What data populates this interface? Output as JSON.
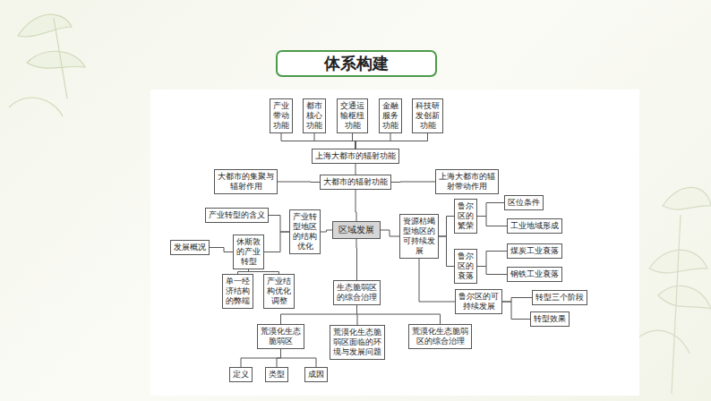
{
  "diagram": {
    "title": "体系构建",
    "nodes": [
      {
        "text": [
          "产业带动功能"
        ]
      },
      {
        "text": [
          "都市核心功能"
        ]
      },
      {
        "text": [
          "交通运输枢纽功能"
        ]
      },
      {
        "text": [
          "金融服务功能"
        ]
      },
      {
        "text": [
          "科技研发创新功能"
        ]
      },
      {
        "text": [
          "上海大都市的辐射功能"
        ]
      },
      {
        "text": [
          "大都市的集聚与辐射作用"
        ]
      },
      {
        "text": [
          "大都市的辐射功能"
        ]
      },
      {
        "text": [
          "上海大都市的辐射带动作用"
        ]
      },
      {
        "text": [
          "区域发展"
        ]
      },
      {
        "text": [
          "产业转型的含义"
        ]
      },
      {
        "text": [
          "产业转型地区的结构优化"
        ]
      },
      {
        "text": [
          "发展概况"
        ]
      },
      {
        "text": [
          "休斯敦的产业转型"
        ]
      },
      {
        "text": [
          "单一经济结构的弊端"
        ]
      },
      {
        "text": [
          "产业结构优化调整"
        ]
      },
      {
        "text": [
          "资源枯竭型地区的可持续发展"
        ]
      },
      {
        "text": [
          "鲁尔区的繁荣"
        ]
      },
      {
        "text": [
          "区位条件"
        ]
      },
      {
        "text": [
          "工业地域形成"
        ]
      },
      {
        "text": [
          "鲁尔区的衰落"
        ]
      },
      {
        "text": [
          "煤炭工业衰落"
        ]
      },
      {
        "text": [
          "钢铁工业衰落"
        ]
      },
      {
        "text": [
          "生态脆弱区的综合治理"
        ]
      },
      {
        "text": [
          "鲁尔区的可持续发展"
        ]
      },
      {
        "text": [
          "转型三个阶段"
        ]
      },
      {
        "text": [
          "转型效果"
        ]
      },
      {
        "text": [
          "荒漠化生态脆弱区"
        ]
      },
      {
        "text": [
          "荒漠化生态脆弱区面临的环境与发展问题"
        ]
      },
      {
        "text": [
          "荒漠化生态脆弱区的综合治理"
        ]
      },
      {
        "text": [
          "定义"
        ]
      },
      {
        "text": [
          "类型"
        ]
      },
      {
        "text": [
          "成因"
        ]
      }
    ],
    "edges": [
      {
        "from": 5,
        "to": 0,
        "arrow": "none"
      },
      {
        "from": 5,
        "to": 1,
        "arrow": "none"
      },
      {
        "from": 5,
        "to": 2,
        "arrow": "none"
      },
      {
        "from": 5,
        "to": 3,
        "arrow": "none"
      },
      {
        "from": 5,
        "to": 4,
        "arrow": "none"
      },
      {
        "from": 7,
        "to": 5,
        "arrow": "none"
      },
      {
        "from": 7,
        "to": 6,
        "arrow": "none"
      },
      {
        "from": 7,
        "to": 8,
        "arrow": "none"
      },
      {
        "from": 9,
        "to": 7,
        "arrow": "none"
      },
      {
        "from": 9,
        "to": 11,
        "arrow": "none"
      },
      {
        "from": 9,
        "to": 16,
        "arrow": "none"
      },
      {
        "from": 9,
        "to": 23,
        "arrow": "none"
      },
      {
        "from": 11,
        "to": 10,
        "arrow": "none"
      },
      {
        "from": 11,
        "to": 13,
        "arrow": "none"
      },
      {
        "from": 13,
        "to": 12,
        "arrow": "none"
      },
      {
        "from": 13,
        "to": 14,
        "arrow": "none"
      },
      {
        "from": 13,
        "to": 15,
        "arrow": "none"
      },
      {
        "from": 16,
        "to": 17,
        "arrow": "none"
      },
      {
        "from": 16,
        "to": 20,
        "arrow": "none"
      },
      {
        "from": 16,
        "to": 24,
        "arrow": "none"
      },
      {
        "from": 17,
        "to": 18,
        "arrow": "none"
      },
      {
        "from": 17,
        "to": 19,
        "arrow": "none"
      },
      {
        "from": 20,
        "to": 21,
        "arrow": "none"
      },
      {
        "from": 20,
        "to": 22,
        "arrow": "none"
      },
      {
        "from": 24,
        "to": 25,
        "arrow": "none"
      },
      {
        "from": 24,
        "to": 26,
        "arrow": "none"
      },
      {
        "from": 23,
        "to": 27,
        "arrow": "none"
      },
      {
        "from": 23,
        "to": 28,
        "arrow": "none"
      },
      {
        "from": 23,
        "to": 29,
        "arrow": "none"
      },
      {
        "from": 27,
        "to": 30,
        "arrow": "none"
      },
      {
        "from": 27,
        "to": 31,
        "arrow": "none"
      },
      {
        "from": 27,
        "to": 32,
        "arrow": "none"
      }
    ]
  }
}
